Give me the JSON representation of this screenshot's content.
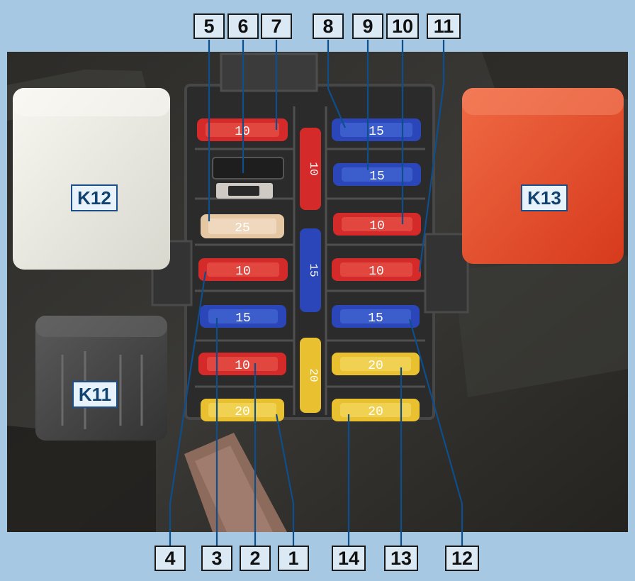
{
  "callouts": {
    "c1": "1",
    "c2": "2",
    "c3": "3",
    "c4": "4",
    "c5": "5",
    "c6": "6",
    "c7": "7",
    "c8": "8",
    "c9": "9",
    "c10": "10",
    "c11": "11",
    "c12": "12",
    "c13": "13",
    "c14": "14"
  },
  "relays": {
    "k11": "K11",
    "k12": "K12",
    "k13": "K13"
  },
  "fuses": {
    "f1": "20",
    "f2": "10",
    "f3": "15",
    "f4": "10",
    "f5": "25",
    "f7": "10",
    "f8": "15",
    "f9": "15",
    "f10": "10",
    "f11": "10",
    "f12": "15",
    "f13": "20",
    "f14": "20",
    "v_red": "10",
    "v_blue": "15",
    "v_yellow": "20"
  },
  "colors": {
    "red_fuse": "#d42a2a",
    "blue_fuse": "#2a46b8",
    "yellow_fuse": "#e8c030",
    "beige_fuse": "#e6c7a4",
    "relay_k12": "#ecebe3",
    "relay_k13": "#e44b28",
    "relay_k11": "#4a4a4a",
    "leader_line": "#0d4f8c"
  }
}
